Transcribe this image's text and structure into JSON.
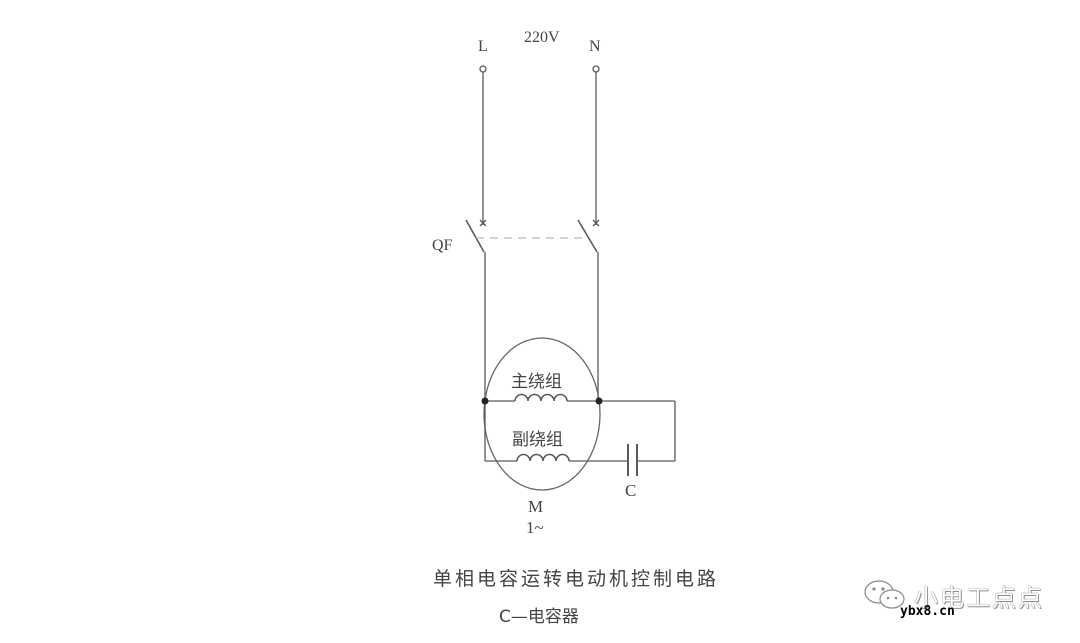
{
  "diagram": {
    "title": "单相电容运转电动机控制电路",
    "legend": "C—电容器",
    "supply_voltage": "220V",
    "terminals": [
      {
        "id": "L",
        "label": "L"
      },
      {
        "id": "N",
        "label": "N"
      }
    ],
    "breaker": {
      "label": "QF"
    },
    "motor": {
      "label": "M",
      "phase_label": "1~",
      "windings": [
        {
          "id": "main",
          "label": "主绕组"
        },
        {
          "id": "aux",
          "label": "副绕组"
        }
      ]
    },
    "capacitor": {
      "label": "C"
    },
    "colors": {
      "line": "#555555",
      "text": "#444444",
      "background": "#ffffff"
    }
  },
  "watermark": {
    "text": "小电工点点",
    "url": "ybx8.cn"
  }
}
